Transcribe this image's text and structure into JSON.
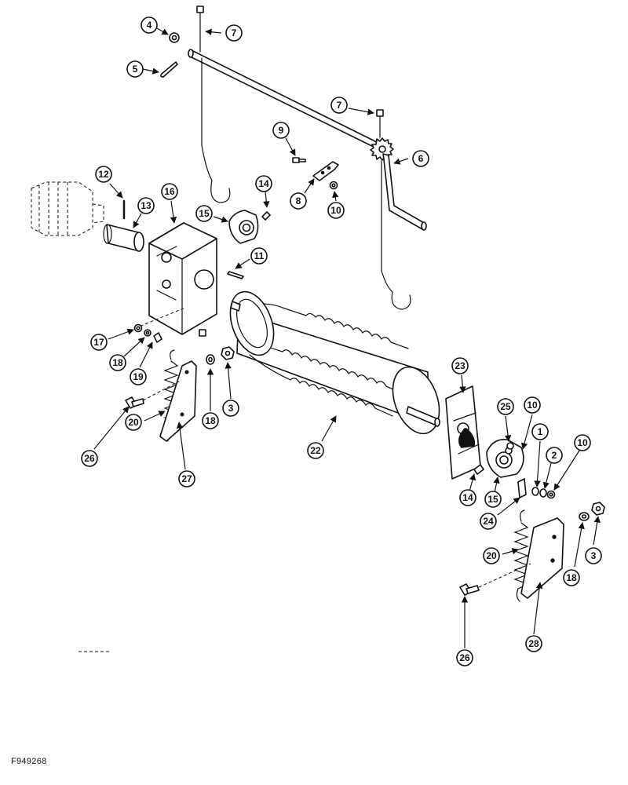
{
  "figure_id": "F949268",
  "callouts": [
    "1",
    "2",
    "3",
    "3",
    "4",
    "5",
    "6",
    "7",
    "7",
    "8",
    "9",
    "10",
    "10",
    "10",
    "11",
    "12",
    "13",
    "14",
    "14",
    "15",
    "15",
    "16",
    "17",
    "18",
    "18",
    "18",
    "19",
    "20",
    "20",
    "22",
    "23",
    "24",
    "25",
    "26",
    "26",
    "27",
    "28"
  ]
}
